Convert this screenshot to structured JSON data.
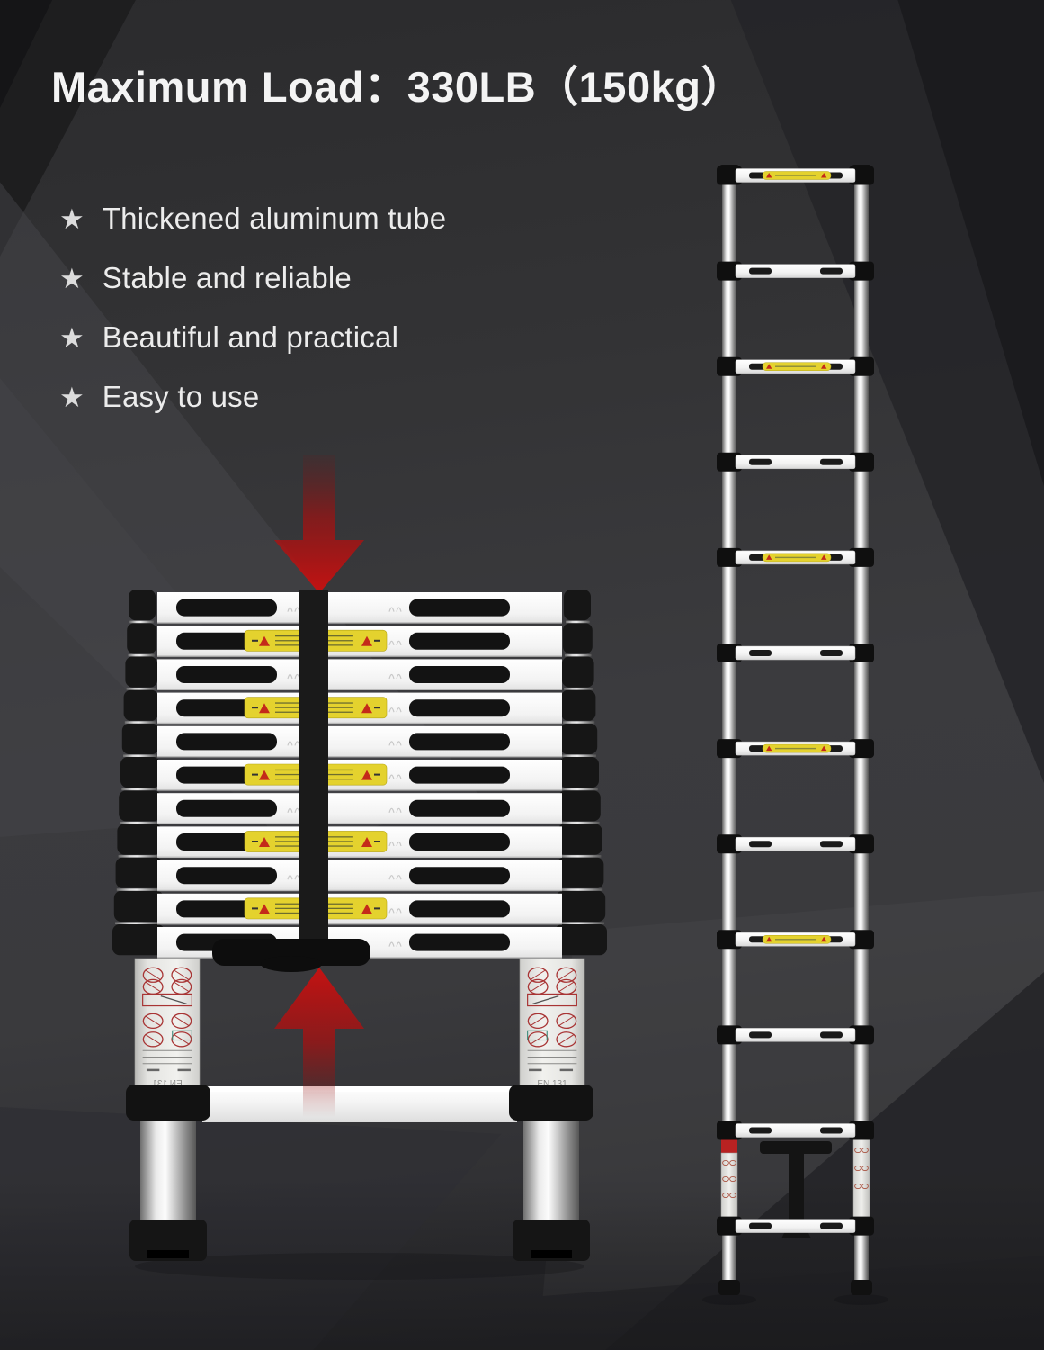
{
  "title": "Maximum Load：330LB（150kg）",
  "star_glyph": "★",
  "features": [
    {
      "label": "Thickened aluminum tube"
    },
    {
      "label": "Stable and reliable"
    },
    {
      "label": "Beautiful and practical"
    },
    {
      "label": "Easy to use"
    }
  ],
  "certification": "EN 131",
  "colors": {
    "accent_red": "#c41212",
    "label_yellow": "#e4d22e",
    "step_white": "#f5f5f5",
    "hardware_black": "#131313",
    "text_light": "#ececec"
  },
  "collapsed_ladder": {
    "steps": 11,
    "yellow_label_steps": [
      2,
      4,
      6,
      8,
      10
    ],
    "arrow_top_direction": "down",
    "arrow_bottom_direction": "up"
  },
  "extended_ladder": {
    "rungs": 12,
    "yellow_label_rungs": [
      1,
      3,
      5,
      7,
      9
    ]
  }
}
